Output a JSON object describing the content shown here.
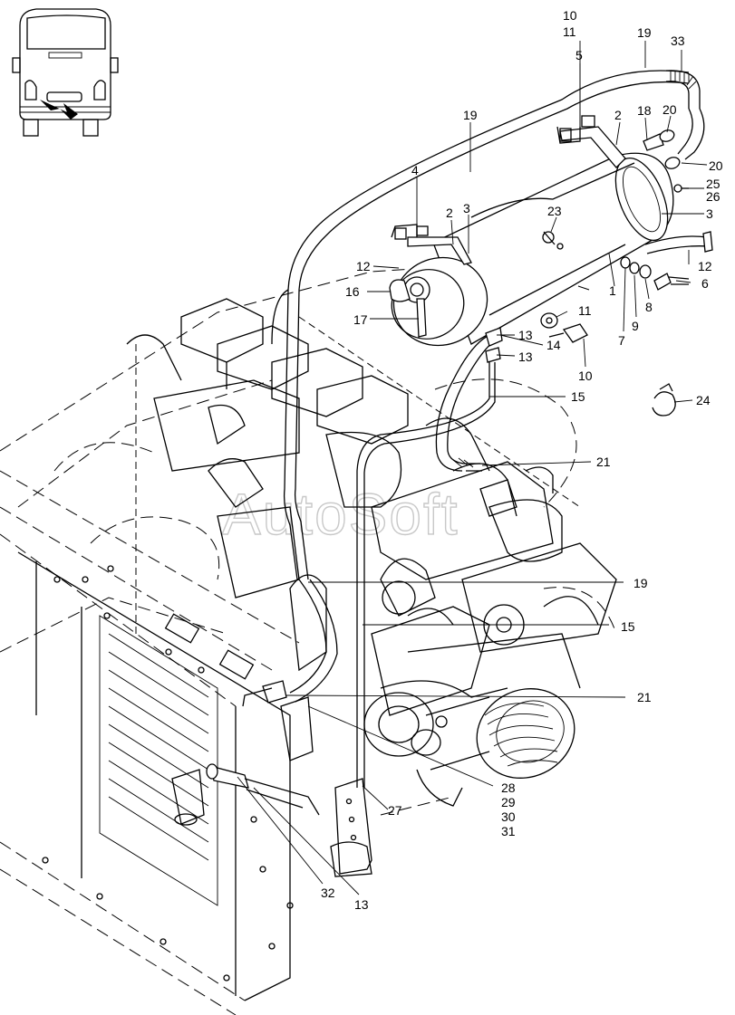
{
  "watermark": "AutoSoft",
  "callouts": {
    "c10_top": "10",
    "c11_top": "11",
    "c19_top": "19",
    "c33": "33",
    "c5": "5",
    "c2_right": "2",
    "c18": "18",
    "c20_a": "20",
    "c20_b": "20",
    "c19_mid": "19",
    "c4": "4",
    "c2_left": "2",
    "c3_left": "3",
    "c25": "25",
    "c26": "26",
    "c23": "23",
    "c3_right": "3",
    "c12_left": "12",
    "c12_right": "12",
    "c16": "16",
    "c1": "1",
    "c6": "6",
    "c9": "9",
    "c8": "8",
    "c7": "7",
    "c11_mid": "11",
    "c17": "17",
    "c13_a": "13",
    "c14": "14",
    "c13_b": "13",
    "c10_mid": "10",
    "c15_top": "15",
    "c24": "24",
    "c21_top": "21",
    "c19_low": "19",
    "c15_low": "15",
    "c21_low": "21",
    "c28": "28",
    "c29": "29",
    "c30": "30",
    "c31": "31",
    "c27": "27",
    "c32": "32",
    "c13_bottom": "13"
  }
}
